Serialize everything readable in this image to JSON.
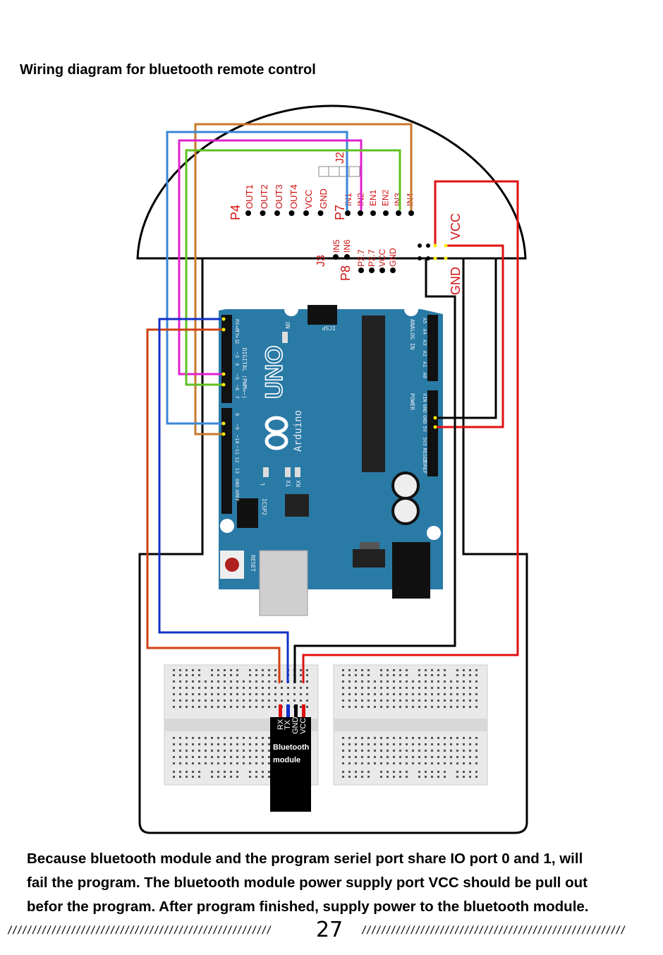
{
  "title": "Wiring diagram for bluetooth remote control",
  "caption": {
    "line1": "Because bluetooth module and the program seriel port share IO port 0 and 1, will",
    "line2": "fail the program. The bluetooth module power supply port VCC should be pull out",
    "line3": "befor the program. After program finished, supply power to the bluetooth module."
  },
  "page_number": "27",
  "footer_slashes": "//////////////////////////////////////////////////////",
  "driver_board": {
    "p4": "P4",
    "p4_pins": [
      "OUT1",
      "OUT2",
      "OUT3",
      "OUT4",
      "VCC",
      "GND"
    ],
    "p7": "P7",
    "p7_pins": [
      "IN1",
      "IN2",
      "EN1",
      "EN2",
      "IN3",
      "IN4"
    ],
    "j2": "J2",
    "j3": "J3",
    "j3_pins": [
      "IN5",
      "IN6"
    ],
    "p8": "P8",
    "p8_pins": [
      "P2.7",
      "P2.7",
      "VCC",
      "GND"
    ],
    "vcc": "VCC",
    "gnd": "GND"
  },
  "arduino": {
    "brand": "Arduino",
    "model": "UNO",
    "digital_label": "DIGITAL (PWM=~)",
    "analog_label": "ANALOG IN",
    "power_label": "POWER",
    "icsp": "ICSP",
    "icsp2": "ICSP2",
    "reset": "RESET",
    "on": "ON",
    "led_l": "L",
    "led_tx": "TX",
    "led_rx": "RX",
    "digital_pins": [
      "RX◂0",
      "TX▸1",
      "2",
      "~3",
      "4",
      "~5",
      "~6",
      "7",
      "8",
      "~9",
      "~10",
      "~11",
      "12",
      "13",
      "GND",
      "AREF"
    ],
    "analog_pins": [
      "A5",
      "A4",
      "A3",
      "A2",
      "A1",
      "A0"
    ],
    "power_pins": [
      "VIN",
      "GND",
      "GND",
      "5V",
      "3V3",
      "RESET",
      "IOREF"
    ]
  },
  "bluetooth": {
    "label_line1": "Bluetooth",
    "label_line2": "module",
    "pins": [
      "RX",
      "TX",
      "GND",
      "VCC"
    ]
  },
  "wire_colors": {
    "orange": "#c8782a",
    "blue_light": "#3a86d8",
    "magenta": "#e020d0",
    "green": "#60c020",
    "red": "#e01010",
    "black": "#000000",
    "dark_orange": "#d04010",
    "blue_dark": "#1030c8",
    "board_blue": "#2a7aa6"
  }
}
